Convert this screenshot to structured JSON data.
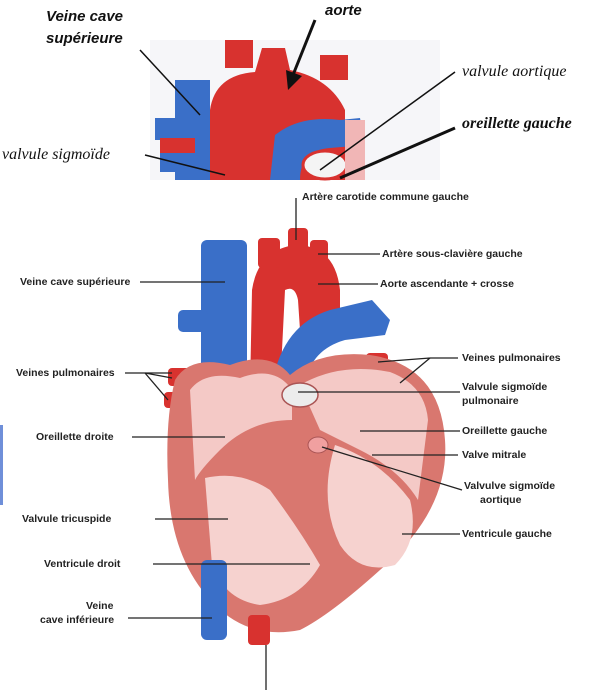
{
  "top": {
    "veine_cave": "Veine cave",
    "superieure": "supérieure",
    "aorte": "aorte",
    "valvule_aortique": "valvule aortique",
    "oreillette_gauche": "oreillette gauche",
    "valvule_sigmoide": "valvule sigmoïde"
  },
  "diagram": {
    "carotide": "Artère carotide commune gauche",
    "sous_claviere": "Artère sous-clavière gauche",
    "aorte_ascendante": "Aorte ascendante + crosse",
    "veine_cave_sup": "Veine cave supérieure",
    "veines_pulm_left": "Veines pulmonaires",
    "veines_pulm_right": "Veines pulmonaires",
    "valvule_sigm_pulm_1": "Valvule sigmoïde",
    "valvule_sigm_pulm_2": "pulmonaire",
    "oreillette_droite": "Oreillette droite",
    "oreillette_gauche": "Oreillette gauche",
    "valve_mitrale": "Valve mitrale",
    "valvule_aort_1": "Valvulve sigmoïde",
    "valvule_aort_2": "aortique",
    "valvule_tricuspide": "Valvule tricuspide",
    "ventricule_droit": "Ventricule droit",
    "ventricule_gauche": "Ventricule gauche",
    "veine_cave_inf_1": "Veine",
    "veine_cave_inf_2": "cave inférieure"
  },
  "colors": {
    "artery": "#d8322f",
    "vein": "#3a6fc8",
    "tissue": "#f4b3b3",
    "muscle": "#d9776f"
  }
}
